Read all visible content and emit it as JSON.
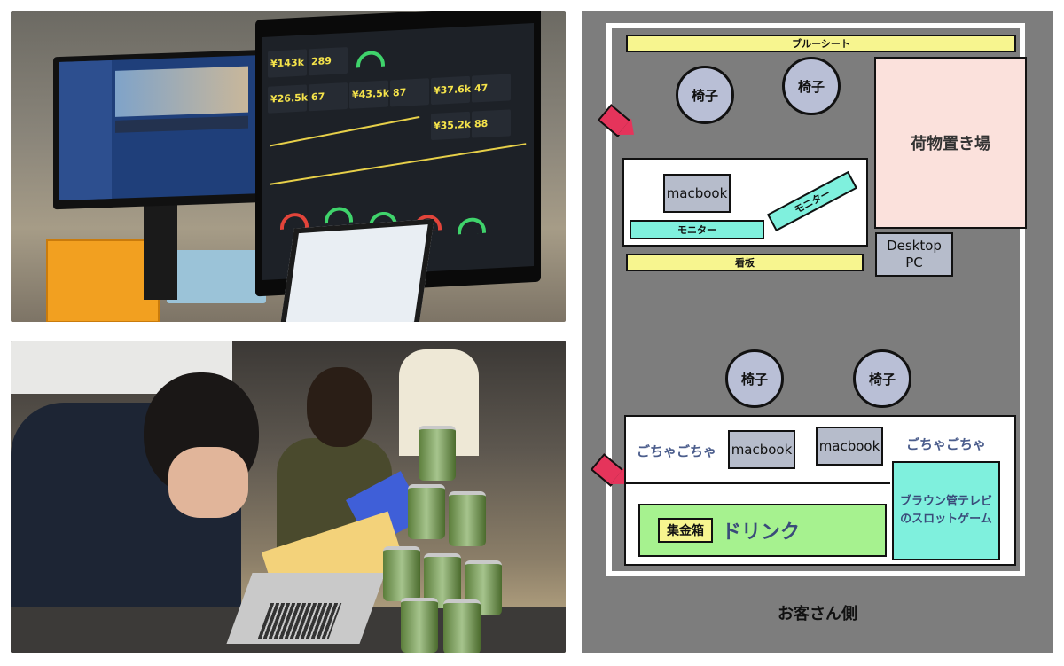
{
  "photo_top": {
    "dashboard_values": [
      "¥143k",
      "289",
      "¥26.5k",
      "67",
      "¥43.5k",
      "87",
      "¥37.6k",
      "47",
      "¥35.2k",
      "88"
    ],
    "gauge_values": [
      "67",
      "87",
      "47",
      "88"
    ]
  },
  "floor_plan": {
    "blue_sheet": "ブルーシート",
    "chairs": [
      "椅子",
      "椅子",
      "椅子",
      "椅子"
    ],
    "storage": "荷物置き場",
    "macbook_top": "macbook",
    "monitor_a": "モニター",
    "monitor_b": "モニター",
    "desktop_pc": "Desktop\nPC",
    "signboard": "看板",
    "messy_left": "ごちゃごちゃ",
    "messy_right": "ごちゃごちゃ",
    "macbook_left": "macbook",
    "macbook_right": "macbook",
    "crt_tv": "ブラウン管テレビ\nのスロットゲーム",
    "collection_box": "集金箱",
    "drink": "ドリンク",
    "customer_side": "お客さん側"
  },
  "colors": {
    "plan_bg": "#7d7d7d",
    "yellow": "#f7f58f",
    "mint": "#7ff0dd",
    "chair": "#b9bfd6",
    "storage": "#fbe1dc",
    "drink": "#a6f28f",
    "flag": "#e5345b"
  }
}
